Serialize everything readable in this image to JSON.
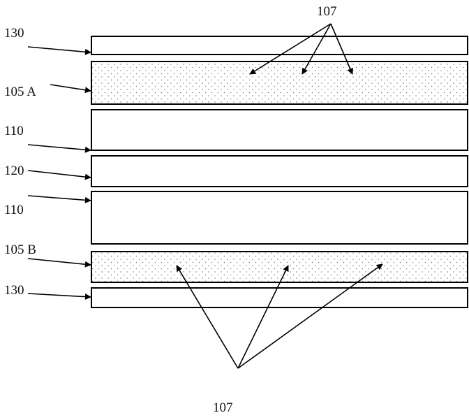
{
  "diagram": {
    "layers": [
      {
        "id": "layer-130-top",
        "pattern": "plain"
      },
      {
        "id": "layer-105a",
        "pattern": "dotted"
      },
      {
        "id": "layer-110-upper",
        "pattern": "plain"
      },
      {
        "id": "layer-120",
        "pattern": "plain"
      },
      {
        "id": "layer-110-lower",
        "pattern": "plain"
      },
      {
        "id": "layer-105b",
        "pattern": "dotted"
      },
      {
        "id": "layer-130-bottom",
        "pattern": "plain"
      }
    ],
    "labels": {
      "top_130": "130",
      "layer_105a": "105 A",
      "upper_110": "110",
      "layer_120": "120",
      "lower_110": "110",
      "layer_105b": "105 B",
      "bottom_130": "130",
      "ref_107_top": "107",
      "ref_107_bottom": "107"
    },
    "colors": {
      "line": "#000000",
      "background": "#ffffff",
      "dots": "#7a7a7a"
    }
  }
}
